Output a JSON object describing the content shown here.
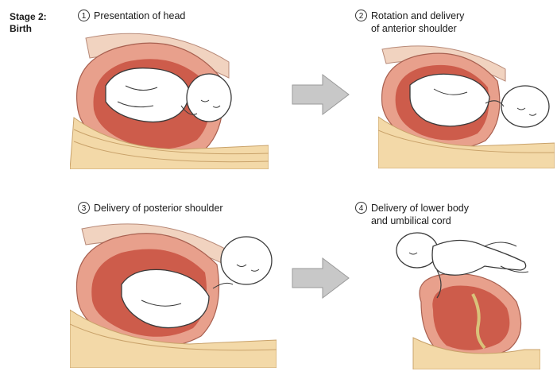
{
  "stage": {
    "line1": "Stage 2:",
    "line2": "Birth"
  },
  "steps": [
    {
      "number": "1",
      "lines": [
        "Presentation of head"
      ]
    },
    {
      "number": "2",
      "lines": [
        "Rotation and delivery",
        "of anterior shoulder"
      ]
    },
    {
      "number": "3",
      "lines": [
        "Delivery of posterior shoulder"
      ]
    },
    {
      "number": "4",
      "lines": [
        "Delivery of lower body",
        "and umbilical cord"
      ]
    }
  ],
  "colors": {
    "uterus_outer": "#e8a08c",
    "uterus_inner": "#c85040",
    "skin": "#ffffff",
    "outline": "#3a3a3a",
    "bone": "#f3d9a8",
    "arrow": "#c8c8c8"
  }
}
